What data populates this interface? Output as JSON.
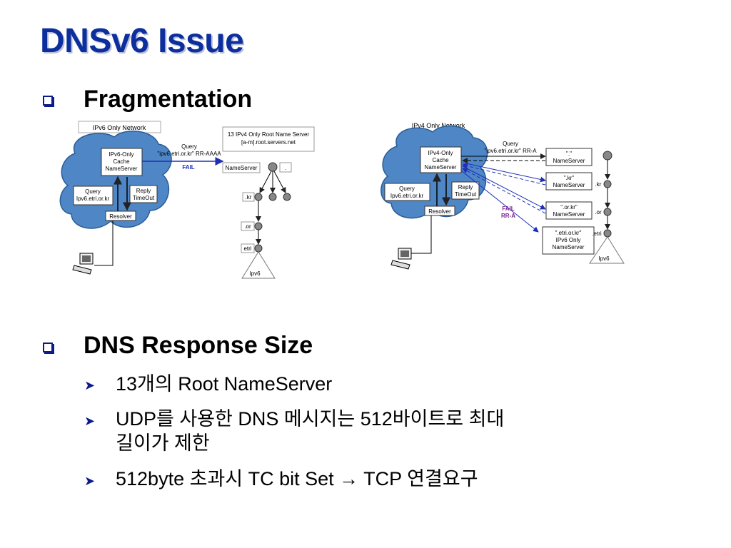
{
  "slide": {
    "title": "DNSv6 Issue",
    "bullets": [
      {
        "heading": "Fragmentation"
      },
      {
        "heading": "DNS Response Size",
        "sub": [
          "13개의 Root NameServer",
          "UDP를 사용한 DNS 메시지는 512바이트로 최대",
          "길이가 제한",
          "512byte 초과시 TC bit Set → TCP 연결요구"
        ]
      }
    ]
  },
  "diagram_left": {
    "network_label": "IPv6 Only Network",
    "cache_ns": [
      "IPv6-Only",
      "Cache",
      "NameServer"
    ],
    "query": [
      "Query",
      "Ipv6.etri.or.kr"
    ],
    "reply": [
      "Reply",
      "TimeOut"
    ],
    "resolver": "Resolver",
    "root_box": [
      "13 IPv4 Only Root Name Server",
      "[a-m].root.servers.net"
    ],
    "query_line": [
      "Query",
      "\"ipv6.etri.or.kr\" RR-AAAA"
    ],
    "fail": "FAIL",
    "nameserver": "NameServer",
    "dot": ".",
    "tld_kr": ".kr",
    "tld_or": ".or",
    "tld_etri": "etri",
    "ipv6": "Ipv6"
  },
  "diagram_right": {
    "network_label": "IPv4 Only Network",
    "cache_ns": [
      "IPv4-Only",
      "Cache",
      "NameServer"
    ],
    "query": [
      "Query",
      "Ipv6.etri.or.kr"
    ],
    "reply": [
      "Reply",
      "TimeOut"
    ],
    "resolver": "Resolver",
    "query_line": [
      "Query",
      "\"ipv6.etri.or.kr\" RR-A"
    ],
    "ns_root": [
      "\".\"",
      "NameServer"
    ],
    "ns_kr": [
      "\".kr\"",
      "NameServer"
    ],
    "ns_or": [
      "\".or.kr\"",
      "NameServer"
    ],
    "ns_etri": [
      "\".etri.or.kr\"",
      "IPv6 Only",
      "NameServer"
    ],
    "fail": [
      "FAIL",
      "RR-A"
    ],
    "tld_kr": ".kr",
    "tld_or": ".or",
    "tld_etri": ".etri",
    "ipv6": "Ipv6"
  },
  "colors": {
    "title": "#0d2f9e",
    "cloud": "#4f86c6",
    "bullet": "#0d1a8c",
    "fail": "#7b1d8f"
  }
}
